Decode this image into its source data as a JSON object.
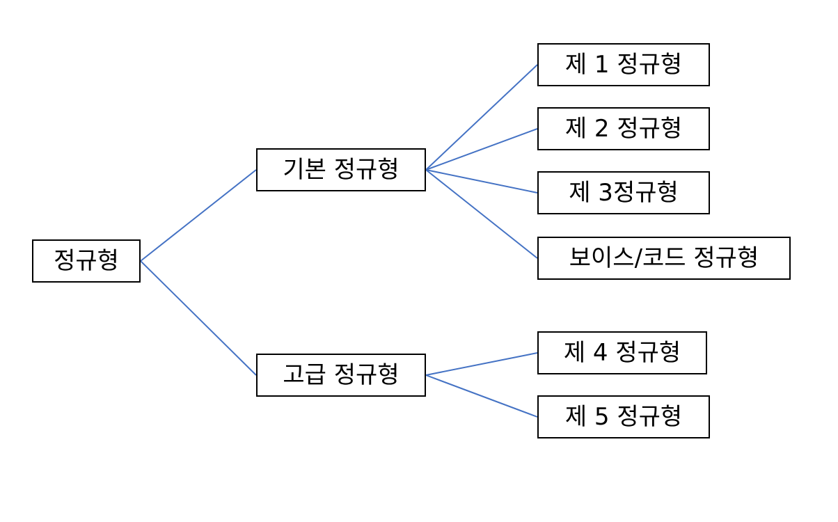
{
  "diagram": {
    "line_color": "#4472C4",
    "nodes": {
      "root": "정규형",
      "basic": "기본 정규형",
      "advanced": "고급 정규형",
      "first": "제 1 정규형",
      "second": "제 2 정규형",
      "third": "제 3정규형",
      "boyce_codd": "보이스/코드 정규형",
      "fourth": "제 4 정규형",
      "fifth": "제 5 정규형"
    },
    "edges": [
      {
        "from": "root",
        "to": "basic"
      },
      {
        "from": "root",
        "to": "advanced"
      },
      {
        "from": "basic",
        "to": "first"
      },
      {
        "from": "basic",
        "to": "second"
      },
      {
        "from": "basic",
        "to": "third"
      },
      {
        "from": "basic",
        "to": "boyce_codd"
      },
      {
        "from": "advanced",
        "to": "fourth"
      },
      {
        "from": "advanced",
        "to": "fifth"
      }
    ]
  }
}
